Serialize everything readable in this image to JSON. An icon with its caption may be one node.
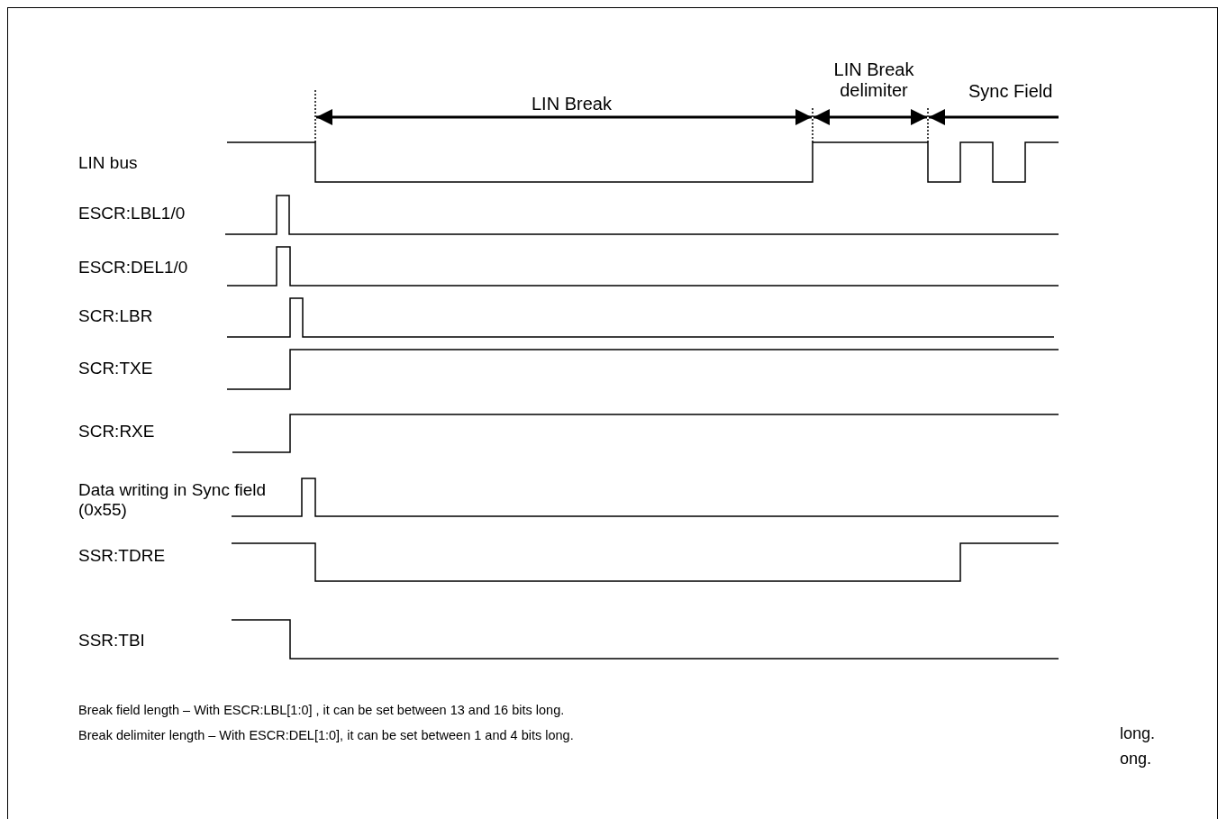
{
  "diagram": {
    "labels": [
      "LIN Break",
      "LIN Break delimiter",
      "Sync Field",
      "LIN bus",
      "ESCR:LBL1/0",
      "ESCR:DEL1/0",
      "SCR:LBR",
      "SCR:TXE",
      "SCR:RXE",
      "Data writing in Sync field (0x55)",
      "SSR:TDRE",
      "SSR:TBI",
      "Break field length – With ESCR:LBL[1:0] , it can be set between 13 and 16 bits long.",
      "Break delimiter length – With ESCR:DEL[1:0], it can be set between 1 and 4 bits long.",
      "long.",
      "ong."
    ]
  }
}
